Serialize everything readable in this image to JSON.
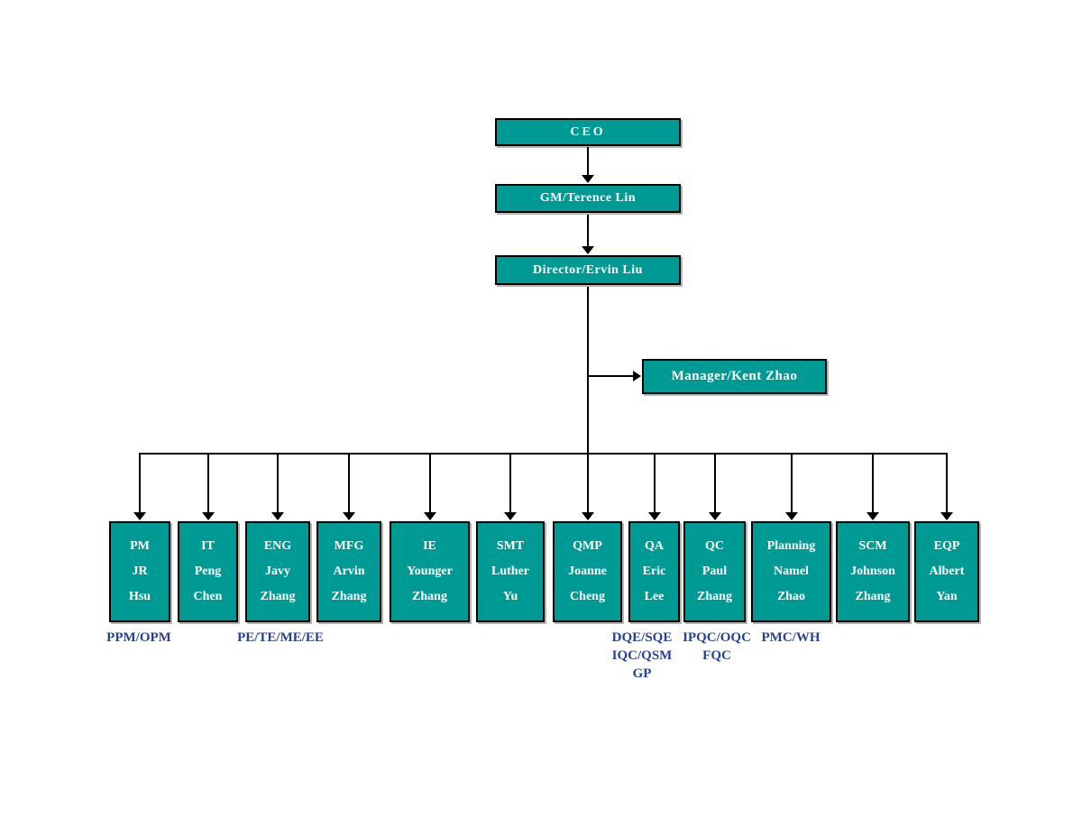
{
  "chart": {
    "type": "org-chart",
    "nodes": {
      "ceo": {
        "label": "CEO"
      },
      "gm": {
        "label": "GM/Terence Lin"
      },
      "director": {
        "label": "Director/Ervin Liu"
      },
      "manager": {
        "label": "Manager/Kent Zhao"
      }
    },
    "departments": [
      {
        "id": "pm",
        "lines": [
          "PM",
          "JR",
          "Hsu"
        ]
      },
      {
        "id": "it",
        "lines": [
          "IT",
          "Peng",
          "Chen"
        ]
      },
      {
        "id": "eng",
        "lines": [
          "ENG",
          "Javy",
          "Zhang"
        ]
      },
      {
        "id": "mfg",
        "lines": [
          "MFG",
          "Arvin",
          "Zhang"
        ]
      },
      {
        "id": "ie",
        "lines": [
          "IE",
          "Younger",
          "Zhang"
        ]
      },
      {
        "id": "smt",
        "lines": [
          "SMT",
          "Luther",
          "Yu"
        ]
      },
      {
        "id": "qmp",
        "lines": [
          "QMP",
          "Joanne",
          "Cheng"
        ]
      },
      {
        "id": "qa",
        "lines": [
          "QA",
          "Eric",
          "Lee"
        ]
      },
      {
        "id": "qc",
        "lines": [
          "QC",
          "Paul",
          "Zhang"
        ]
      },
      {
        "id": "planning",
        "lines": [
          "Planning",
          "Namel",
          "Zhao"
        ]
      },
      {
        "id": "scm",
        "lines": [
          "SCM",
          "Johnson",
          "Zhang"
        ]
      },
      {
        "id": "eqp",
        "lines": [
          "EQP",
          "Albert",
          "Yan"
        ]
      }
    ],
    "sub_labels": [
      {
        "id": "ppm-opm",
        "lines": [
          "PPM/OPM"
        ]
      },
      {
        "id": "pe-te-me-ee",
        "lines": [
          "PE/TE/ME/EE"
        ]
      },
      {
        "id": "dqe-sqe",
        "lines": [
          "DQE/SQE",
          "IQC/QSM",
          "GP"
        ]
      },
      {
        "id": "ipqc-oqc",
        "lines": [
          "IPQC/OQC",
          "FQC"
        ]
      },
      {
        "id": "pmc-wh",
        "lines": [
          "PMC/WH"
        ]
      }
    ],
    "colors": {
      "box_fill": "#009a94",
      "box_border": "#000000",
      "box_text": "#ffffff",
      "sub_label_text": "#26418f",
      "line": "#000000",
      "background": "#ffffff"
    }
  }
}
